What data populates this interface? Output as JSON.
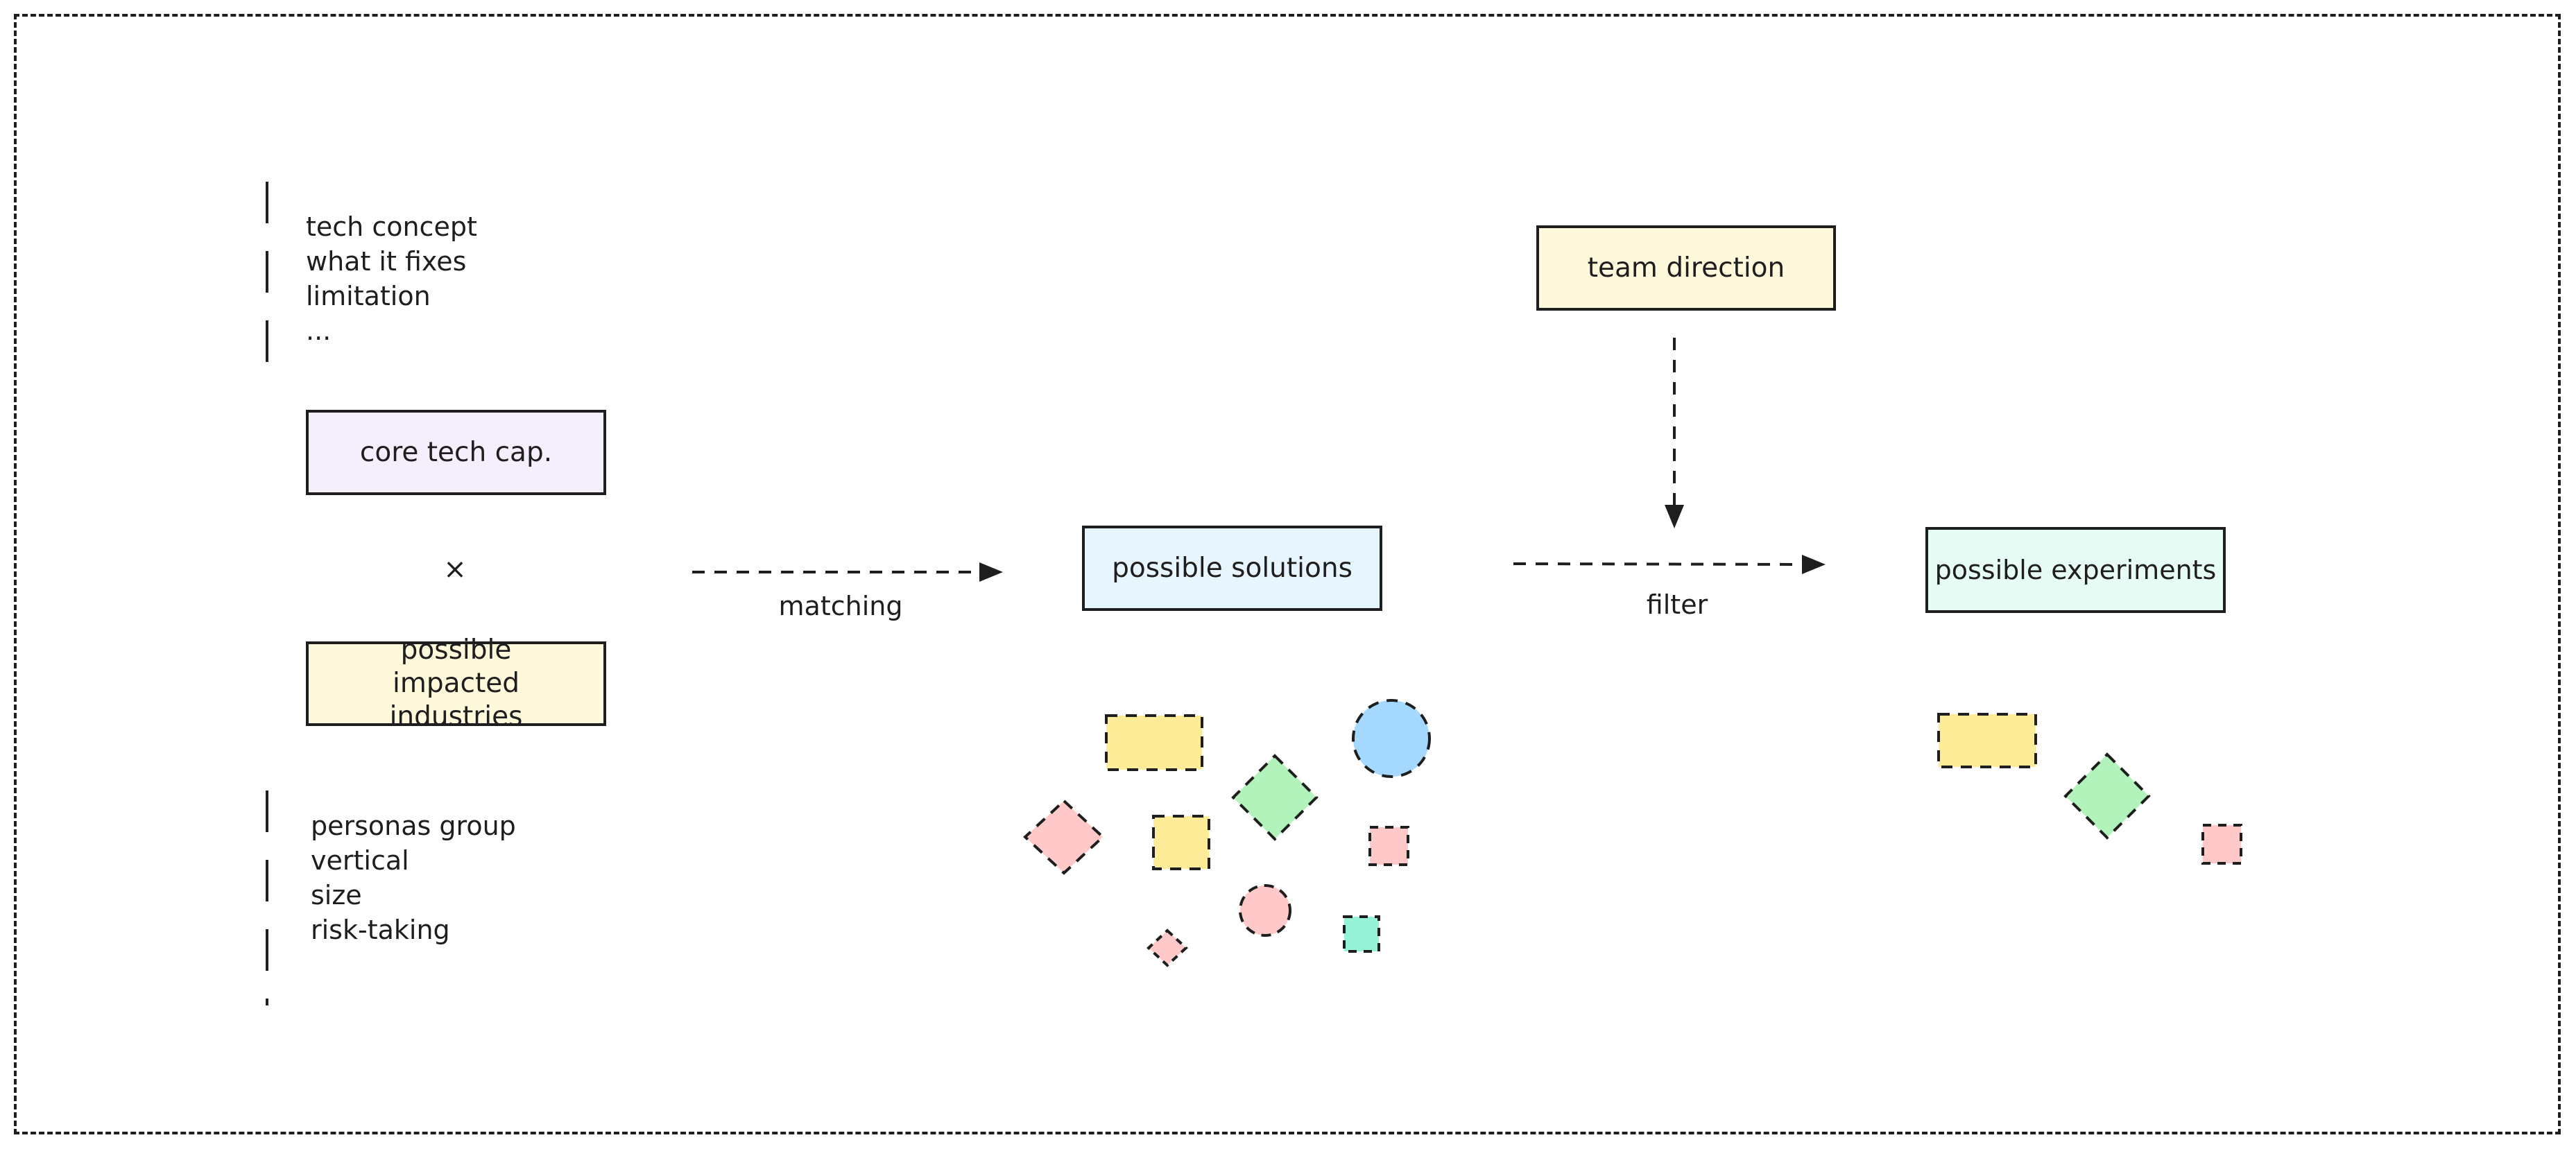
{
  "boxes": {
    "core_tech": "core tech cap.",
    "impacted_industries": "possible impacted industries",
    "solutions": "possible solutions",
    "team_direction": "team direction",
    "experiments": "possible experiments"
  },
  "notes_top": [
    "tech concept",
    "what it fixes",
    "limitation",
    "..."
  ],
  "notes_bottom": [
    "personas group",
    "vertical",
    "size",
    "risk-taking"
  ],
  "multiply_symbol": "×",
  "arrows": {
    "matching": "matching",
    "filter": "filter"
  },
  "colors": {
    "stroke": "#1e1e1e",
    "purple_fill": "#f5eefc",
    "yellow_fill": "#fff9db",
    "blue_fill": "#e7f5ff",
    "mint_fill": "#e6fcf5",
    "shape_yellow": "#ffec99",
    "shape_green": "#b2f2bb",
    "shape_blue": "#a5d8ff",
    "shape_pink": "#ffc9c9",
    "shape_teal": "#96f2d7"
  }
}
